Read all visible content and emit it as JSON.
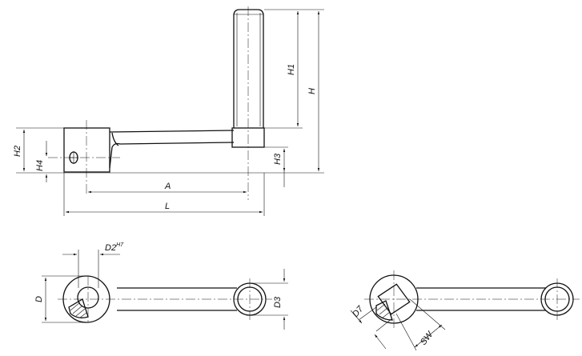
{
  "labels": {
    "H1": "H1",
    "H": "H",
    "H2": "H2",
    "H4": "H4",
    "H3": "H3",
    "A": "A",
    "L": "L",
    "D2": "D2",
    "D2_tol": "H7",
    "D": "D",
    "D3": "D3",
    "D7": "D7",
    "SW": "SW"
  }
}
